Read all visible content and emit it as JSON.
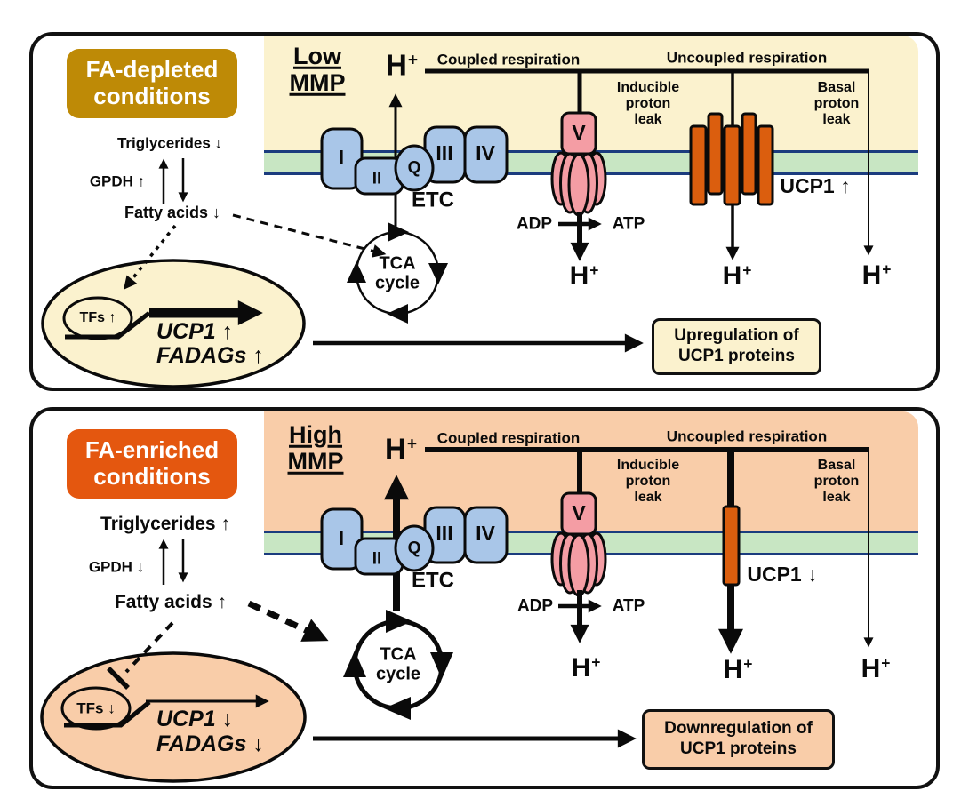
{
  "colors": {
    "cream_bg": "#FBF2CE",
    "peach_bg": "#F9CDA9",
    "gold_condition_box": "#BE8A06",
    "orange_condition_box": "#E4570F",
    "complex_blue": "#A9C6E8",
    "synthase_pink": "#F49DA4",
    "ucp1_orange": "#DB5E0E",
    "membrane_green": "#C8E6C3",
    "membrane_line_navy": "#1B3C7E",
    "line_black": "#0a0a0a"
  },
  "shared": {
    "h": "H",
    "plus": "+",
    "coupled_respiration": "Coupled respiration",
    "uncoupled_respiration": "Uncoupled respiration",
    "inducible_leak": "Inducible\nproton\nleak",
    "basal_leak": "Basal\nproton\nleak",
    "adp": "ADP",
    "atp": "ATP",
    "tca": "TCA\ncycle",
    "etc": "ETC",
    "complex_i": "I",
    "complex_ii": "II",
    "complex_q": "Q",
    "complex_iii": "III",
    "complex_iv": "IV",
    "complex_v": "V"
  },
  "top": {
    "condition": "FA-depleted\nconditions",
    "mmp": "Low\nMMP",
    "triglycerides": "Triglycerides ↓",
    "gpdh": "GPDH ↑",
    "fatty_acids": "Fatty acids ↓",
    "tfs": "TFs ↑",
    "ucp1_gene": "UCP1 ↑",
    "fadags_gene": "FADAGs ↑",
    "ucp1_membrane": "UCP1 ↑",
    "result": "Upregulation of\nUCP1 proteins"
  },
  "bottom": {
    "condition": "FA-enriched\nconditions",
    "mmp": "High\nMMP",
    "triglycerides": "Triglycerides ↑",
    "gpdh": "GPDH ↓",
    "fatty_acids": "Fatty acids ↑",
    "tfs": "TFs ↓",
    "ucp1_gene": "UCP1 ↓",
    "fadags_gene": "FADAGs ↓",
    "ucp1_membrane": "UCP1 ↓",
    "result": "Downregulation of\nUCP1 proteins"
  }
}
